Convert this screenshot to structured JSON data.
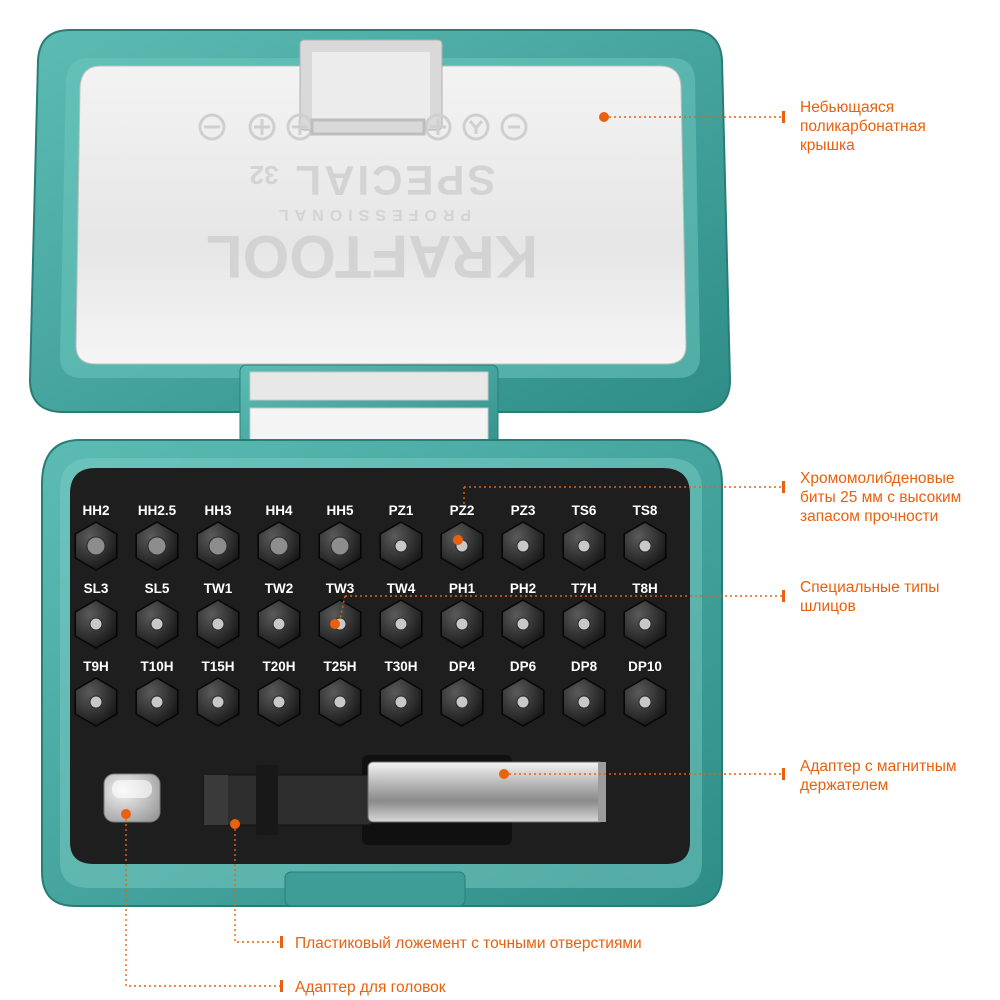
{
  "product": {
    "logo": "KRAFTOOL",
    "logo_sub": "PROFESSIONAL",
    "series": "SPECIAL",
    "count": "32"
  },
  "bit_rows": [
    [
      "HH2",
      "HH2.5",
      "HH3",
      "HH4",
      "HH5",
      "PZ1",
      "PZ2",
      "PZ3",
      "TS6",
      "TS8"
    ],
    [
      "SL3",
      "SL5",
      "TW1",
      "TW2",
      "TW3",
      "TW4",
      "PH1",
      "PH2",
      "T7H",
      "T8H"
    ],
    [
      "T9H",
      "T10H",
      "T15H",
      "T20H",
      "T25H",
      "T30H",
      "DP4",
      "DP6",
      "DP8",
      "DP10"
    ]
  ],
  "callouts": {
    "lid": "Небьющаяся\nполикарбонатная\nкрышка",
    "bits": "Хромомолибденовые\nбиты 25 мм с высоким\nзапасом прочности",
    "slots": "Специальные типы\nшлицов",
    "holder": "Адаптер с магнитным\nдержателем",
    "tray": "Пластиковый ложемент с точными отверстиями",
    "socket": "Адаптер для головок"
  },
  "colors": {
    "case": "#3fa39c",
    "case_dark": "#2b7f79",
    "tray": "#1d1d1d",
    "accent": "#e9600e"
  }
}
